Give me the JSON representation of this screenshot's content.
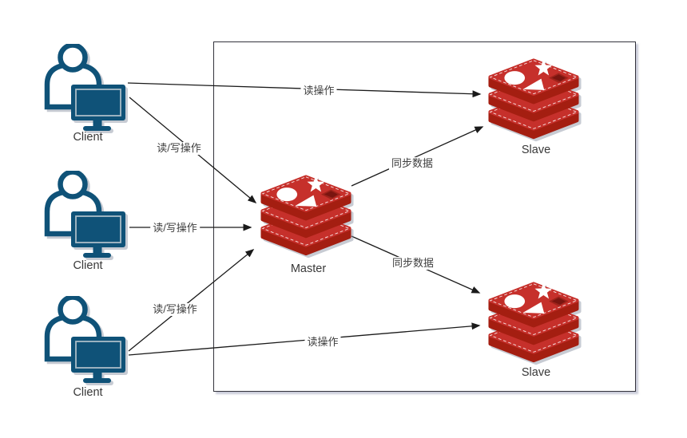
{
  "diagram": {
    "nodes": {
      "client1": {
        "label": "Client"
      },
      "client2": {
        "label": "Client"
      },
      "client3": {
        "label": "Client"
      },
      "master": {
        "label": "Master"
      },
      "slave1": {
        "label": "Slave"
      },
      "slave2": {
        "label": "Slave"
      }
    },
    "edges": {
      "client1_slave1": {
        "label": "读操作"
      },
      "client1_master": {
        "label": "读/写操作"
      },
      "client2_master": {
        "label": "读/写操作"
      },
      "client3_master": {
        "label": "读/写操作"
      },
      "client3_slave2": {
        "label": "读操作"
      },
      "master_slave1": {
        "label": "同步数据"
      },
      "master_slave2": {
        "label": "同步数据"
      }
    },
    "colors": {
      "client_icon": "#0f5278",
      "redis_top": "#c6302b",
      "redis_side": "#a41e11",
      "redis_hole": "#7a1510",
      "line": "#1a1a1a"
    }
  }
}
